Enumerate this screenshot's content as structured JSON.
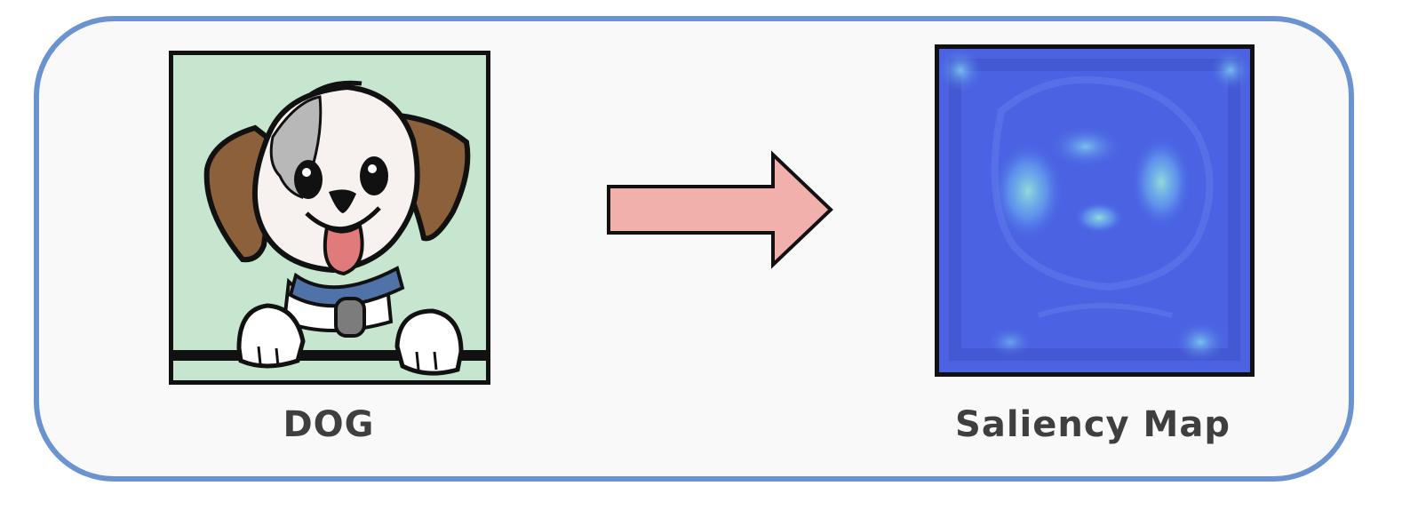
{
  "captions": {
    "input": "DOG",
    "output": "Saliency Map"
  },
  "colors": {
    "frame_border": "#6b93d0",
    "background": "#f9f9f9",
    "dog_background": "#c7e6cf",
    "arrow_fill": "#f2b0ad",
    "saliency_base": "#4b63e3",
    "saliency_hot": "#7fe0e0",
    "caption_text": "#3f3f3f"
  },
  "icons": {
    "input_image": "cartoon-dog-icon",
    "transform": "right-arrow-icon",
    "output_image": "saliency-heatmap"
  }
}
